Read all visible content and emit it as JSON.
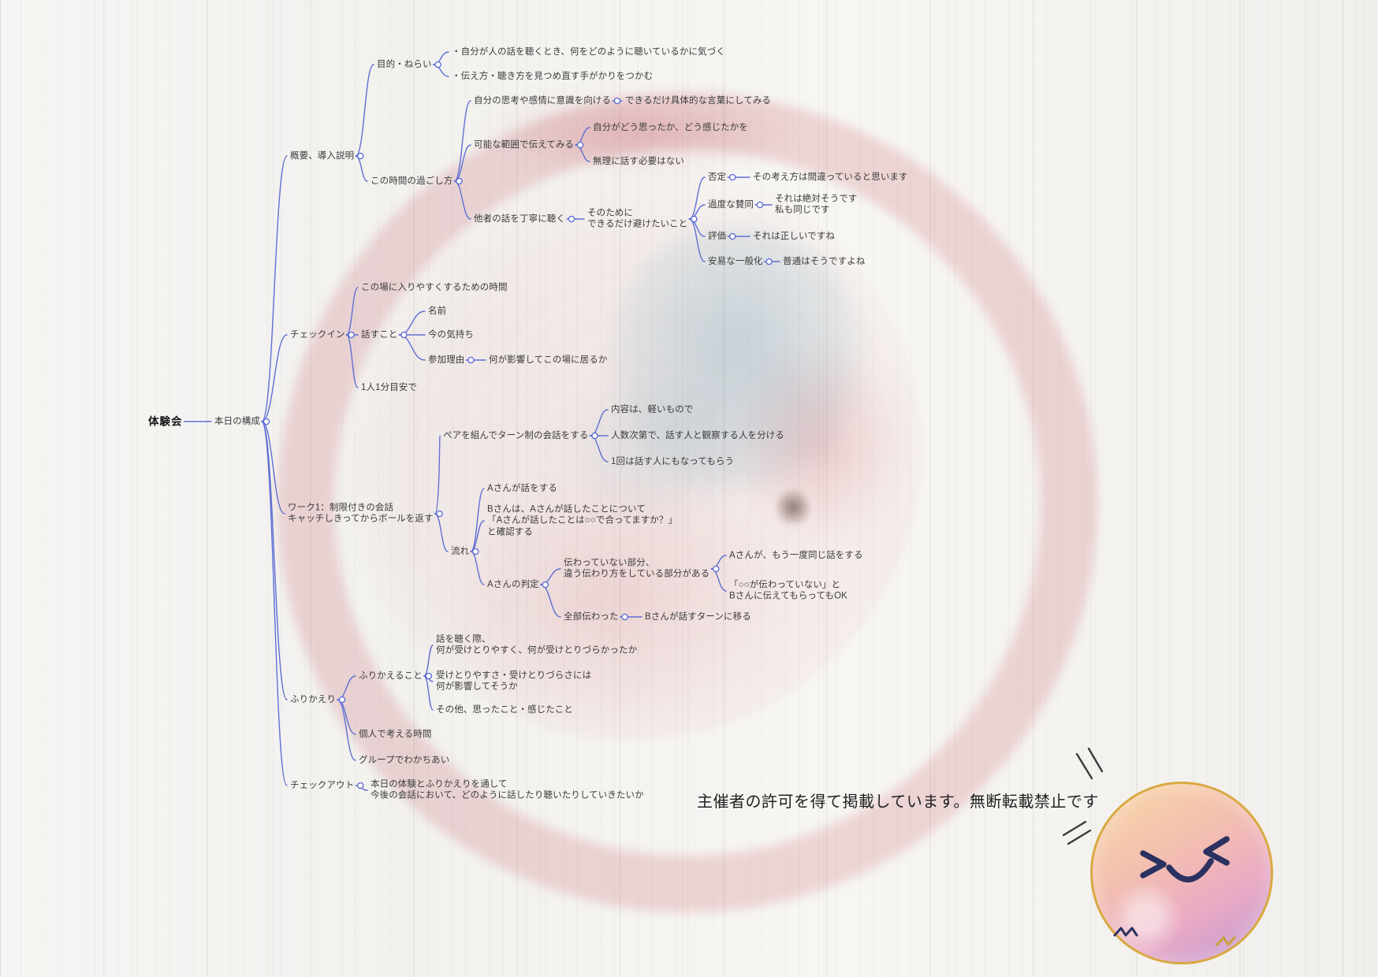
{
  "colors": {
    "connector": "#5f6fd3",
    "node_text": "#3b3b3b",
    "footer_text": "#1f1f1f",
    "sticker_gold": "#d9a943",
    "paint_red": "#c32d41",
    "paint_blue": "#5aa0be"
  },
  "footer": {
    "note": "主催者の許可を得て掲載しています。無断転載禁止です"
  },
  "mindmap": {
    "nodes": {
      "root": {
        "text": "体験会"
      },
      "structure": {
        "text": "本日の構成"
      },
      "overview": {
        "text": "概要、導入説明"
      },
      "checkin": {
        "text": "チェックイン"
      },
      "work1": {
        "text": "ワーク1：制限付きの会話\nキャッチしきってからボールを返す"
      },
      "reflection": {
        "text": "ふりかえり"
      },
      "checkout": {
        "text": "チェックアウト"
      },
      "purpose": {
        "text": "目的・ねらい"
      },
      "purpose1": {
        "text": "・自分が人の話を聴くとき、何をどのように聴いているかに気づく"
      },
      "purpose2": {
        "text": "・伝え方・聴き方を見つめ直す手がかりをつかむ"
      },
      "howto": {
        "text": "この時間の過ごし方"
      },
      "howto1": {
        "text": "自分の思考や感情に意識を向ける"
      },
      "howto1a": {
        "text": "できるだけ具体的な言葉にしてみる"
      },
      "howto2": {
        "text": "可能な範囲で伝えてみる"
      },
      "howto2a": {
        "text": "自分がどう思ったか、どう感じたかを"
      },
      "howto2b": {
        "text": "無理に話す必要はない"
      },
      "howto3": {
        "text": "他者の話を丁寧に聴く"
      },
      "howto3a": {
        "text": "そのために\nできるだけ避けたいこと"
      },
      "avoid1": {
        "text": "否定"
      },
      "avoid1a": {
        "text": "その考え方は間違っていると思います"
      },
      "avoid2": {
        "text": "過度な賛同"
      },
      "avoid2a": {
        "text": "それは絶対そうです\n私も同じです"
      },
      "avoid3": {
        "text": "評価"
      },
      "avoid3a": {
        "text": "それは正しいですね"
      },
      "avoid4": {
        "text": "安易な一般化"
      },
      "avoid4a": {
        "text": "普通はそうですよね"
      },
      "checkin1": {
        "text": "この場に入りやすくするための時間"
      },
      "checkin2": {
        "text": "話すこと"
      },
      "checkin3": {
        "text": "1人1分目安で"
      },
      "talk1": {
        "text": "名前"
      },
      "talk2": {
        "text": "今の気持ち"
      },
      "talk3": {
        "text": "参加理由"
      },
      "talk3a": {
        "text": "何が影響してこの場に居るか"
      },
      "pair": {
        "text": "ペアを組んでターン制の会話をする"
      },
      "pair1": {
        "text": "内容は、軽いもので"
      },
      "pair2": {
        "text": "人数次第で、話す人と観察する人を分ける"
      },
      "pair3": {
        "text": "1回は話す人にもなってもらう"
      },
      "flow": {
        "text": "流れ"
      },
      "flow1": {
        "text": "Aさんが話をする"
      },
      "flow2": {
        "text": "Bさんは、Aさんが話したことについて\n「Aさんが話したことは○○で合ってますか？」\nと確認する"
      },
      "judge": {
        "text": "Aさんの判定"
      },
      "judge1": {
        "text": "伝わっていない部分、\n違う伝わり方をしている部分がある"
      },
      "judge1a": {
        "text": "Aさんが、もう一度同じ話をする"
      },
      "judge1b": {
        "text": "「○○が伝わっていない」と\nBさんに伝えてもらってもOK"
      },
      "judge2": {
        "text": "全部伝わった"
      },
      "judge2a": {
        "text": "Bさんが話すターンに移る"
      },
      "ref1": {
        "text": "ふりかえること"
      },
      "ref1a": {
        "text": "話を聴く際、\n何が受けとりやすく、何が受けとりづらかったか"
      },
      "ref1b": {
        "text": "受けとりやすさ・受けとりづらさには\n何が影響してそうか"
      },
      "ref1c": {
        "text": "その他、思ったこと・感じたこと"
      },
      "ref2": {
        "text": "個人で考える時間"
      },
      "ref3": {
        "text": "グループでわかちあい"
      },
      "checkout1": {
        "text": "本日の体験とふりかえりを通して\n今後の会話において、どのように話したり聴いたりしていきたいか"
      }
    },
    "edges": [
      [
        "root",
        "structure"
      ],
      [
        "structure",
        "overview"
      ],
      [
        "structure",
        "checkin"
      ],
      [
        "structure",
        "work1"
      ],
      [
        "structure",
        "reflection"
      ],
      [
        "structure",
        "checkout"
      ],
      [
        "overview",
        "purpose"
      ],
      [
        "overview",
        "howto"
      ],
      [
        "purpose",
        "purpose1"
      ],
      [
        "purpose",
        "purpose2"
      ],
      [
        "howto",
        "howto1"
      ],
      [
        "howto",
        "howto2"
      ],
      [
        "howto",
        "howto3"
      ],
      [
        "howto1",
        "howto1a"
      ],
      [
        "howto2",
        "howto2a"
      ],
      [
        "howto2",
        "howto2b"
      ],
      [
        "howto3",
        "howto3a"
      ],
      [
        "howto3a",
        "avoid1"
      ],
      [
        "howto3a",
        "avoid2"
      ],
      [
        "howto3a",
        "avoid3"
      ],
      [
        "howto3a",
        "avoid4"
      ],
      [
        "avoid1",
        "avoid1a"
      ],
      [
        "avoid2",
        "avoid2a"
      ],
      [
        "avoid3",
        "avoid3a"
      ],
      [
        "avoid4",
        "avoid4a"
      ],
      [
        "checkin",
        "checkin1"
      ],
      [
        "checkin",
        "checkin2"
      ],
      [
        "checkin",
        "checkin3"
      ],
      [
        "checkin2",
        "talk1"
      ],
      [
        "checkin2",
        "talk2"
      ],
      [
        "checkin2",
        "talk3"
      ],
      [
        "talk3",
        "talk3a"
      ],
      [
        "work1",
        "pair"
      ],
      [
        "work1",
        "flow"
      ],
      [
        "pair",
        "pair1"
      ],
      [
        "pair",
        "pair2"
      ],
      [
        "pair",
        "pair3"
      ],
      [
        "flow",
        "flow1"
      ],
      [
        "flow",
        "flow2"
      ],
      [
        "flow",
        "judge"
      ],
      [
        "judge",
        "judge1"
      ],
      [
        "judge",
        "judge2"
      ],
      [
        "judge1",
        "judge1a"
      ],
      [
        "judge1",
        "judge1b"
      ],
      [
        "judge2",
        "judge2a"
      ],
      [
        "reflection",
        "ref1"
      ],
      [
        "reflection",
        "ref2"
      ],
      [
        "reflection",
        "ref3"
      ],
      [
        "ref1",
        "ref1a"
      ],
      [
        "ref1",
        "ref1b"
      ],
      [
        "ref1",
        "ref1c"
      ],
      [
        "checkout",
        "checkout1"
      ]
    ]
  }
}
